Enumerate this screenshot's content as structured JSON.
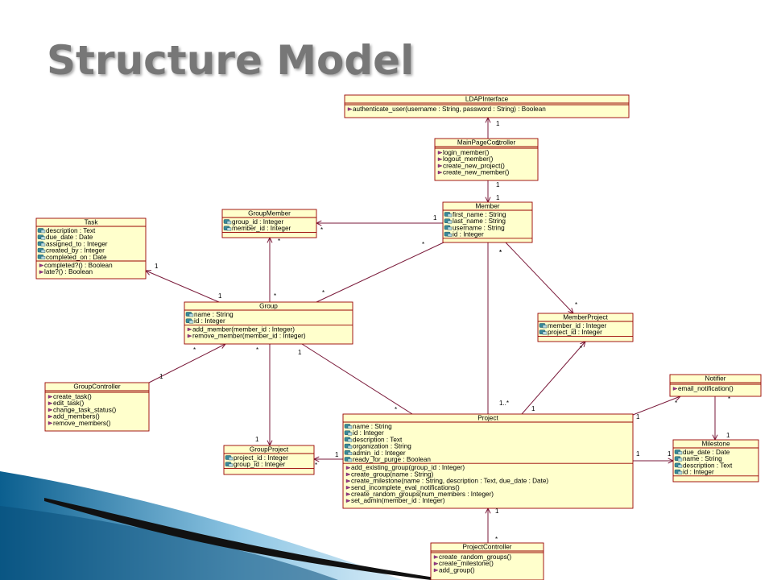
{
  "slide": {
    "title": "Structure Model"
  },
  "colors": {
    "class_fill": "#ffffcc",
    "class_border": "#990000",
    "association_line": "#7a1a3a",
    "title": "#777777"
  },
  "classes": {
    "LDAPInterface": {
      "name": "LDAPInterface",
      "attributes": [],
      "operations": [
        "authenticate_user(username : String, password : String) : Boolean"
      ]
    },
    "MainPageController": {
      "name": "MainPageController",
      "attributes": [],
      "operations": [
        "login_member()",
        "logout_member()",
        "create_new_project()",
        "create_new_member()"
      ]
    },
    "Member": {
      "name": "Member",
      "attributes": [
        "first_name : String",
        "last_name : String",
        "username : String",
        "id : Integer"
      ],
      "operations": []
    },
    "GroupMember": {
      "name": "GroupMember",
      "attributes": [
        "group_id : Integer",
        "member_id : Integer"
      ],
      "operations": []
    },
    "Task": {
      "name": "Task",
      "attributes": [
        "description : Text",
        "due_date : Date",
        "assigned_to : Integer",
        "created_by : Integer",
        "completed_on : Date"
      ],
      "operations": [
        "completed?() : Boolean",
        "late?() : Boolean"
      ]
    },
    "Group": {
      "name": "Group",
      "attributes": [
        "name : String",
        "id : Integer"
      ],
      "operations": [
        "add_member(member_id : Integer)",
        "remove_member(member_id : Integer)"
      ]
    },
    "MemberProject": {
      "name": "MemberProject",
      "attributes": [
        "member_id : Integer",
        "project_id : Integer"
      ],
      "operations": []
    },
    "GroupController": {
      "name": "GroupController",
      "attributes": [],
      "operations": [
        "create_task()",
        "edit_task()",
        "change_task_status()",
        "add_members()",
        "remove_members()"
      ]
    },
    "Notifier": {
      "name": "Notifier",
      "attributes": [],
      "operations": [
        "email_notification()"
      ]
    },
    "Project": {
      "name": "Project",
      "attributes": [
        "name : String",
        "id : Integer",
        "description : Text",
        "organization : String",
        "admin_id : Integer",
        "ready_for_purge : Boolean"
      ],
      "operations": [
        "add_existing_group(group_id : Integer)",
        "create_group(name : String)",
        "create_milestone(name : String, description : Text, due_date : Date)",
        "send_incomplete_eval_notifications()",
        "create_random_groups(num_members : Integer)",
        "set_admin(member_id : Integer)"
      ]
    },
    "GroupProject": {
      "name": "GroupProject",
      "attributes": [
        "project_id : Integer",
        "group_id : Integer"
      ],
      "operations": []
    },
    "Milestone": {
      "name": "Milestone",
      "attributes": [
        "due_date : Date",
        "name : String",
        "description : Text",
        "id : Integer"
      ],
      "operations": []
    },
    "ProjectController": {
      "name": "ProjectController",
      "attributes": [],
      "operations": [
        "create_random_groups()",
        "create_milestone()",
        "add_group()"
      ]
    }
  },
  "multiplicities": [
    "1",
    "1",
    "1",
    "1",
    "1",
    "*",
    "*",
    "*",
    "1",
    "1",
    "*",
    "*",
    "*",
    "*",
    "1",
    "*",
    "*",
    "1",
    "1",
    "*",
    "*",
    "1..*",
    "1",
    "*",
    "1",
    "*",
    "*",
    "1",
    "1",
    "1",
    "1",
    "*",
    "1",
    "*",
    "*",
    "1"
  ]
}
